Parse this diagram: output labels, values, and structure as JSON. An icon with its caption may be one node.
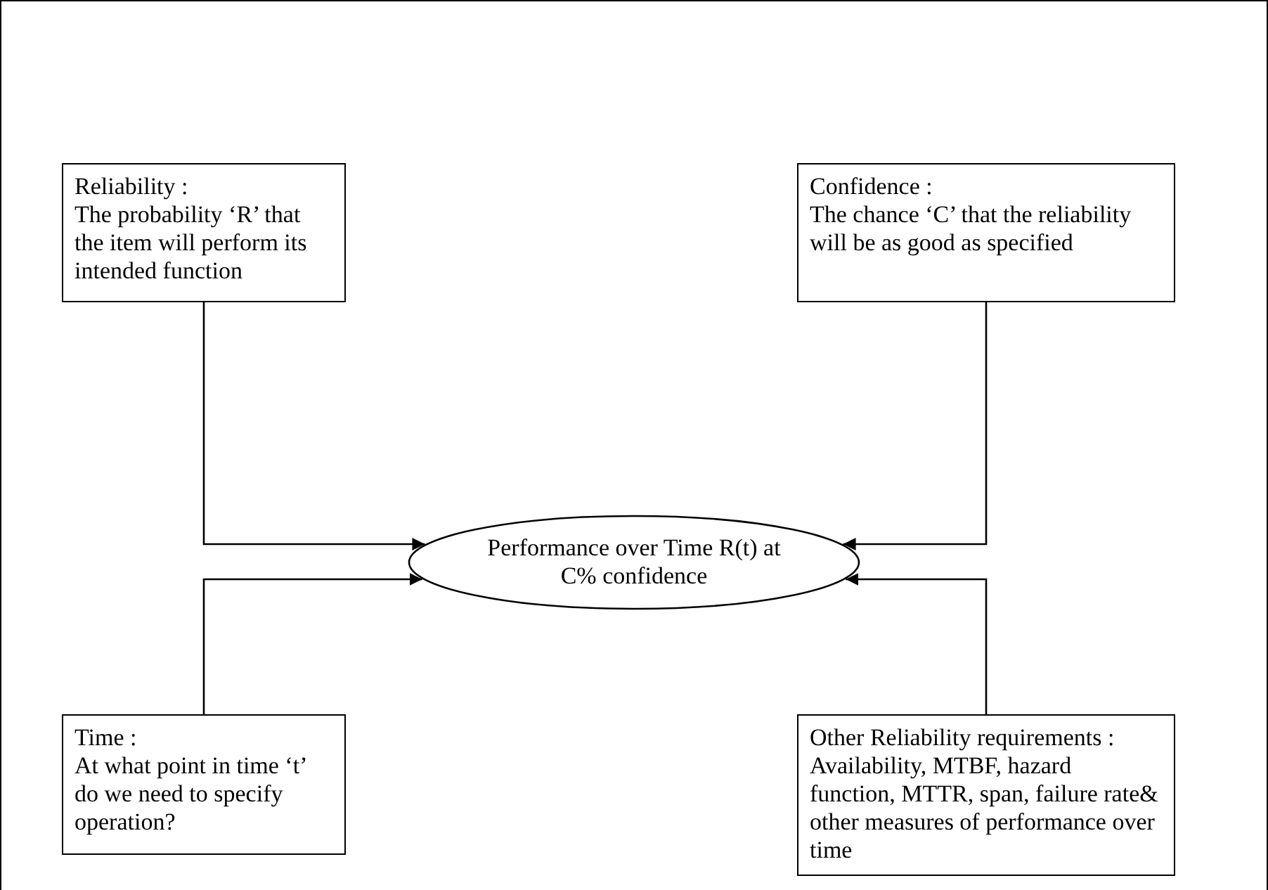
{
  "diagram": {
    "nodes": [
      {
        "text": [
          "Reliability :",
          "The probability ‘R’ that the item will perform its intended function"
        ]
      },
      {
        "text": [
          "Confidence :",
          "The chance ‘C’ that the reliability will be as good as specified"
        ]
      },
      {
        "text": [
          "Performance over Time R(t) at C% confidence"
        ]
      },
      {
        "text": [
          "Time :",
          "At what point in time ‘t’ do we need to specify operation?"
        ]
      },
      {
        "text": [
          "Other Reliability requirements :",
          "Availability, MTBF, hazard function, MTTR, span, failure rate& other measures of performance over time"
        ]
      }
    ],
    "edges": [
      {
        "from": 0,
        "to": 2,
        "arrow": "to"
      },
      {
        "from": 1,
        "to": 2,
        "arrow": "to"
      },
      {
        "from": 3,
        "to": 2,
        "arrow": "to"
      },
      {
        "from": 4,
        "to": 2,
        "arrow": "to"
      }
    ]
  }
}
